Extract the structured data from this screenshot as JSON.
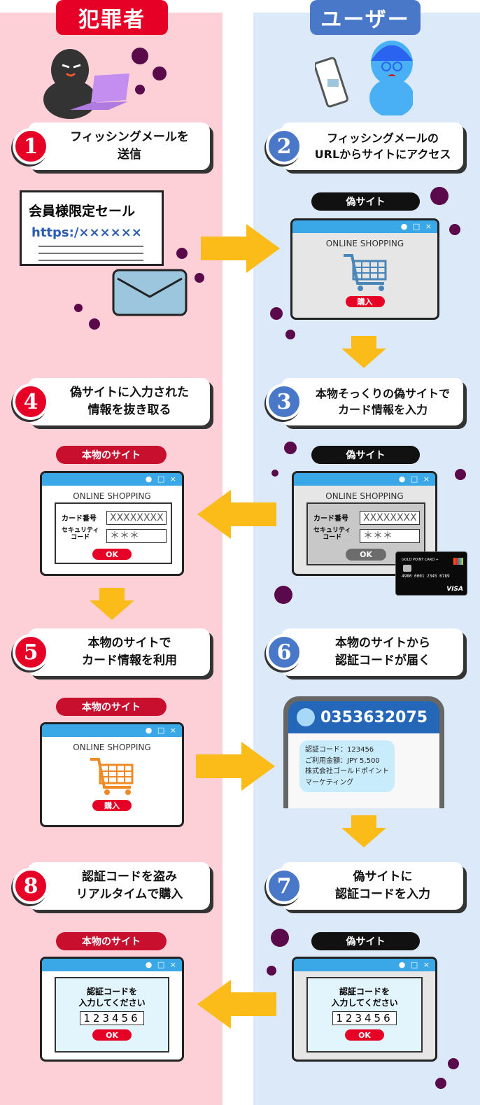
{
  "headers": {
    "criminal": "犯罪者",
    "user": "ユーザー"
  },
  "colors": {
    "red": "#e60026",
    "blue": "#4a78c8",
    "arrow": "#fbbc1a",
    "virus": "#5a0a4a"
  },
  "steps": [
    {
      "num": "1",
      "text": "フィッシングメールを\n送信"
    },
    {
      "num": "2",
      "text": "フィッシングメールの\nURLからサイトにアクセス"
    },
    {
      "num": "3",
      "text": "本物そっくりの偽サイトで\nカード情報を入力"
    },
    {
      "num": "4",
      "text": "偽サイトに入力された\n情報を抜き取る"
    },
    {
      "num": "5",
      "text": "本物のサイトで\nカード情報を利用"
    },
    {
      "num": "6",
      "text": "本物のサイトから\n認証コードが届く"
    },
    {
      "num": "7",
      "text": "偽サイトに\n認証コードを入力"
    },
    {
      "num": "8",
      "text": "認証コードを盗み\nリアルタイムで購入"
    }
  ],
  "email": {
    "subject": "会員様限定セール",
    "url": "https:/××××××"
  },
  "labels": {
    "fake": "偽サイト",
    "real": "本物のサイト"
  },
  "window": {
    "title": "ONLINE SHOPPING",
    "controls": "● □ ×",
    "buy": "購入",
    "ok": "OK"
  },
  "form": {
    "card_label": "カード番号",
    "card_value": "XXXXXXXX",
    "sec_label": "セキュリティ\nコード",
    "sec_value": "＊＊＊"
  },
  "card": {
    "brand": "GOLD POINT CARD +",
    "number": "4980 0001 2345 6789",
    "network": "VISA"
  },
  "sms": {
    "sender": "0353632075",
    "lines": [
      "認証コード：123456",
      "ご利用金額：JPY 5,500",
      "株式会社ゴールドポイント",
      "マーケティング"
    ]
  },
  "auth": {
    "prompt": "認証コードを\n入力してください",
    "code": "123456"
  }
}
